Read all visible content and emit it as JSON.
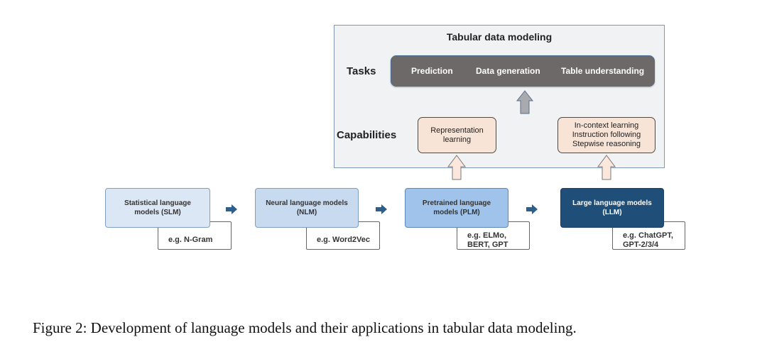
{
  "panel": {
    "title": "Tabular data modeling",
    "tasks_label": "Tasks",
    "capabilities_label": "Capabilities",
    "tasks": [
      "Prediction",
      "Data generation",
      "Table understanding"
    ],
    "capabilities": [
      [
        "Representation",
        "learning"
      ],
      [
        "In-context learning",
        "Instruction following",
        "Stepwise reasoning"
      ]
    ]
  },
  "models": [
    {
      "lines": [
        "Statistical language",
        "models (SLM)"
      ],
      "example": [
        "e.g. N-Gram"
      ]
    },
    {
      "lines": [
        "Neural language models",
        "(NLM)"
      ],
      "example": [
        "e.g. Word2Vec"
      ]
    },
    {
      "lines": [
        "Pretrained language",
        "models (PLM)"
      ],
      "example": [
        "e.g. ELMo,",
        "BERT, GPT"
      ]
    },
    {
      "lines": [
        "Large language models",
        "(LLM)"
      ],
      "example": [
        "e.g. ChatGPT,",
        "GPT-2/3/4"
      ]
    }
  ],
  "caption": "Figure 2: Development of language models and their applications in tabular data modeling.",
  "colors": {
    "slm_fill": "#dce7f5",
    "nlm_fill": "#c7daf0",
    "plm_fill": "#9fc3ea",
    "llm_fill": "#1f4e79",
    "task_bar": "#6d6968",
    "cap_fill": "#f8e4d6",
    "arrow_blue": "#2e5f8a"
  }
}
